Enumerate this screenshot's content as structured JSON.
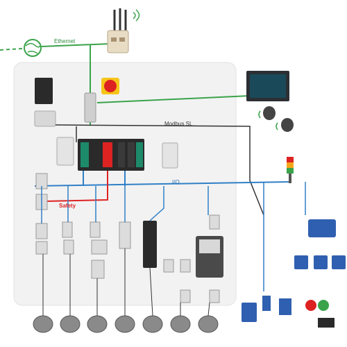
{
  "labels": {
    "ethernet": "Ethernet",
    "modbus": "Modbus SL",
    "io": "I/O",
    "safety": "Safety"
  },
  "colors": {
    "ethernet": "#3aa34a",
    "modbus": "#333333",
    "io": "#2f7fc6",
    "safety": "#dd2222",
    "cabinet": "#f2f2f2",
    "device_grey": "#dcdcdc",
    "device_dark": "#2a2a2a"
  },
  "icons": [
    "router-antenna-icon",
    "globe-icon",
    "wifi-icon",
    "stack-light-icon",
    "emergency-stop-icon",
    "hmi-screen-icon",
    "drive-icon",
    "motor-icon"
  ]
}
